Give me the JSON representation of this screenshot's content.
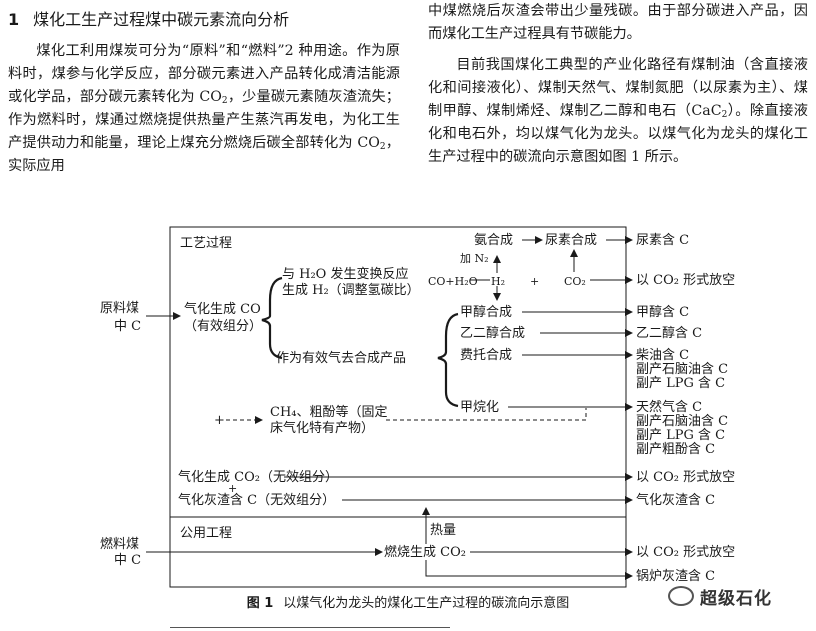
{
  "section": {
    "number": "1",
    "title": "煤化工生产过程煤中碳元素流向分析"
  },
  "left_text": {
    "p1": "煤化工利用煤炭可分为“原料”和“燃料”2 种用途。作为原料时，煤参与化学反应，部分碳元素进入产品转化成清洁能源或化学品，部分碳元素转化为 CO",
    "p1_sub": "2",
    "p1b": "，少量碳元素随灰渣流失；作为燃料时，煤通过燃烧提供热量产生蒸汽再发电，为化工生产提供动力和能量，理论上煤充分燃烧后碳全部转化为 CO",
    "p1b_sub": "2",
    "p1c": "，实际应用"
  },
  "right_text": {
    "p1": "中煤燃烧后灰渣会带出少量残碳。由于部分碳进入产品，因而煤化工生产过程具有节碳能力。",
    "p2": "目前我国煤化工典型的产业化路径有煤制油（含直接液化和间接液化）、煤制天然气、煤制氮肥（以尿素为主）、煤制甲醇、煤制烯烃、煤制乙二醇和电石（CaC",
    "p2_sub": "2",
    "p2b": "）。除直接液化和电石外，均以煤气化为龙头。以煤气化为龙头的煤化工生产过程中的碳流向示意图如图 1 所示。"
  },
  "diagram": {
    "box_process": "工艺过程",
    "box_utility": "公用工程",
    "raw_coal": [
      "原料煤",
      "中 C"
    ],
    "fuel_coal": [
      "燃料煤",
      "中 C"
    ],
    "gasify_co": [
      "气化生成 CO",
      "（有效组分）"
    ],
    "shift": [
      "与 H₂O 发生变换反应",
      "生成 H₂（调整氢碳比）"
    ],
    "syngas": "作为有效气去合成产品",
    "shift_eq": {
      "co_h2o": "CO+H₂O",
      "h2": "H₂",
      "plus": "+",
      "co2": "CO₂"
    },
    "add_n2": "加 N₂",
    "ammonia": "氨合成",
    "urea_syn": "尿素合成",
    "methanol": "甲醇合成",
    "glycol": "乙二醇合成",
    "ft": "费托合成",
    "methanation": "甲烷化",
    "byproduct": [
      "CH₄、粗酚等（固定",
      "床气化特有产物）"
    ],
    "plus_mark": "+",
    "co2_gas": "气化生成 CO₂（无效组分）",
    "plus2": "+",
    "ash_c": "气化灰渣含 C（无效组分）",
    "heat": "热量",
    "burn": "燃烧生成 CO₂",
    "outputs": {
      "urea": "尿素含 C",
      "co2_vent1": "以 CO₂ 形式放空",
      "meoh": "甲醇含 C",
      "eg": "乙二醇含 C",
      "ft_out": [
        "柴油含 C",
        "副产石脑油含 C",
        "副产 LPG 含 C"
      ],
      "sng_out": [
        "天然气含 C",
        "副产石脑油含 C",
        "副产 LPG 含 C",
        "副产粗酚含 C"
      ],
      "co2_vent2": "以 CO₂ 形式放空",
      "ash_out": "气化灰渣含 C",
      "co2_vent3": "以 CO₂ 形式放空",
      "boiler_ash": "锅炉灰渣含 C"
    }
  },
  "caption": {
    "label": "图 1",
    "text": "以煤气化为龙头的煤化工生产过程的碳流向示意图"
  },
  "watermark": "超级石化"
}
